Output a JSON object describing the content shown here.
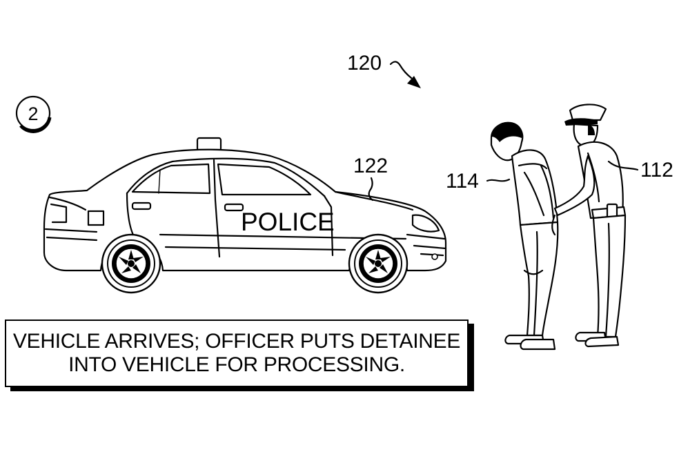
{
  "figure": {
    "step_number": "2",
    "ref_scene": "120",
    "ref_vehicle": "122",
    "ref_detainee": "114",
    "ref_officer": "112",
    "vehicle_marking": "POLICE",
    "caption": {
      "line1": "VEHICLE ARRIVES; OFFICER PUTS DETAINEE",
      "line2": "INTO VEHICLE FOR PROCESSING."
    }
  },
  "colors": {
    "ink": "#000000",
    "paper": "#ffffff"
  },
  "icons": [
    "police-car-icon",
    "detainee-figure-icon",
    "officer-figure-icon"
  ]
}
